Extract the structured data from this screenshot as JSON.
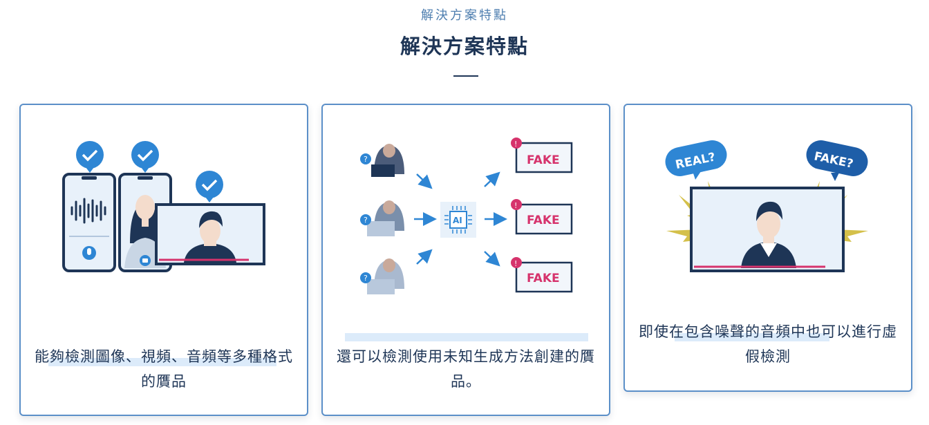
{
  "section": {
    "eyebrow": "解決方案特點",
    "title": "解決方案特點"
  },
  "cards": [
    {
      "caption": "能夠檢測圖像、視頻、音頻等多種格式的贋品",
      "icons": [
        "smartphone-voice-icon",
        "smartphone-face-icon",
        "monitor-person-icon",
        "check-badge-icon"
      ]
    },
    {
      "caption": "還可以檢測使用未知生成方法創建的贋品。",
      "ai_label": "AI",
      "fake_label": "FAKE",
      "icons": [
        "hooded-hacker-icon",
        "ai-chip-icon",
        "fake-screen-icon",
        "arrow-icon",
        "question-badge-icon",
        "alert-badge-icon"
      ]
    },
    {
      "caption": "即使在包含噪聲的音頻中也可以進行虛假檢測",
      "real_label": "REAL?",
      "fake_label": "FAKE?",
      "icons": [
        "lightning-icon",
        "speech-bubble-icon",
        "monitor-person-icon"
      ]
    }
  ],
  "colors": {
    "navy": "#1e3556",
    "accent_blue": "#2e86d4",
    "card_border": "#5b8fc8",
    "fake_pink": "#d6336c",
    "lightning_yellow": "#d4c04a"
  }
}
